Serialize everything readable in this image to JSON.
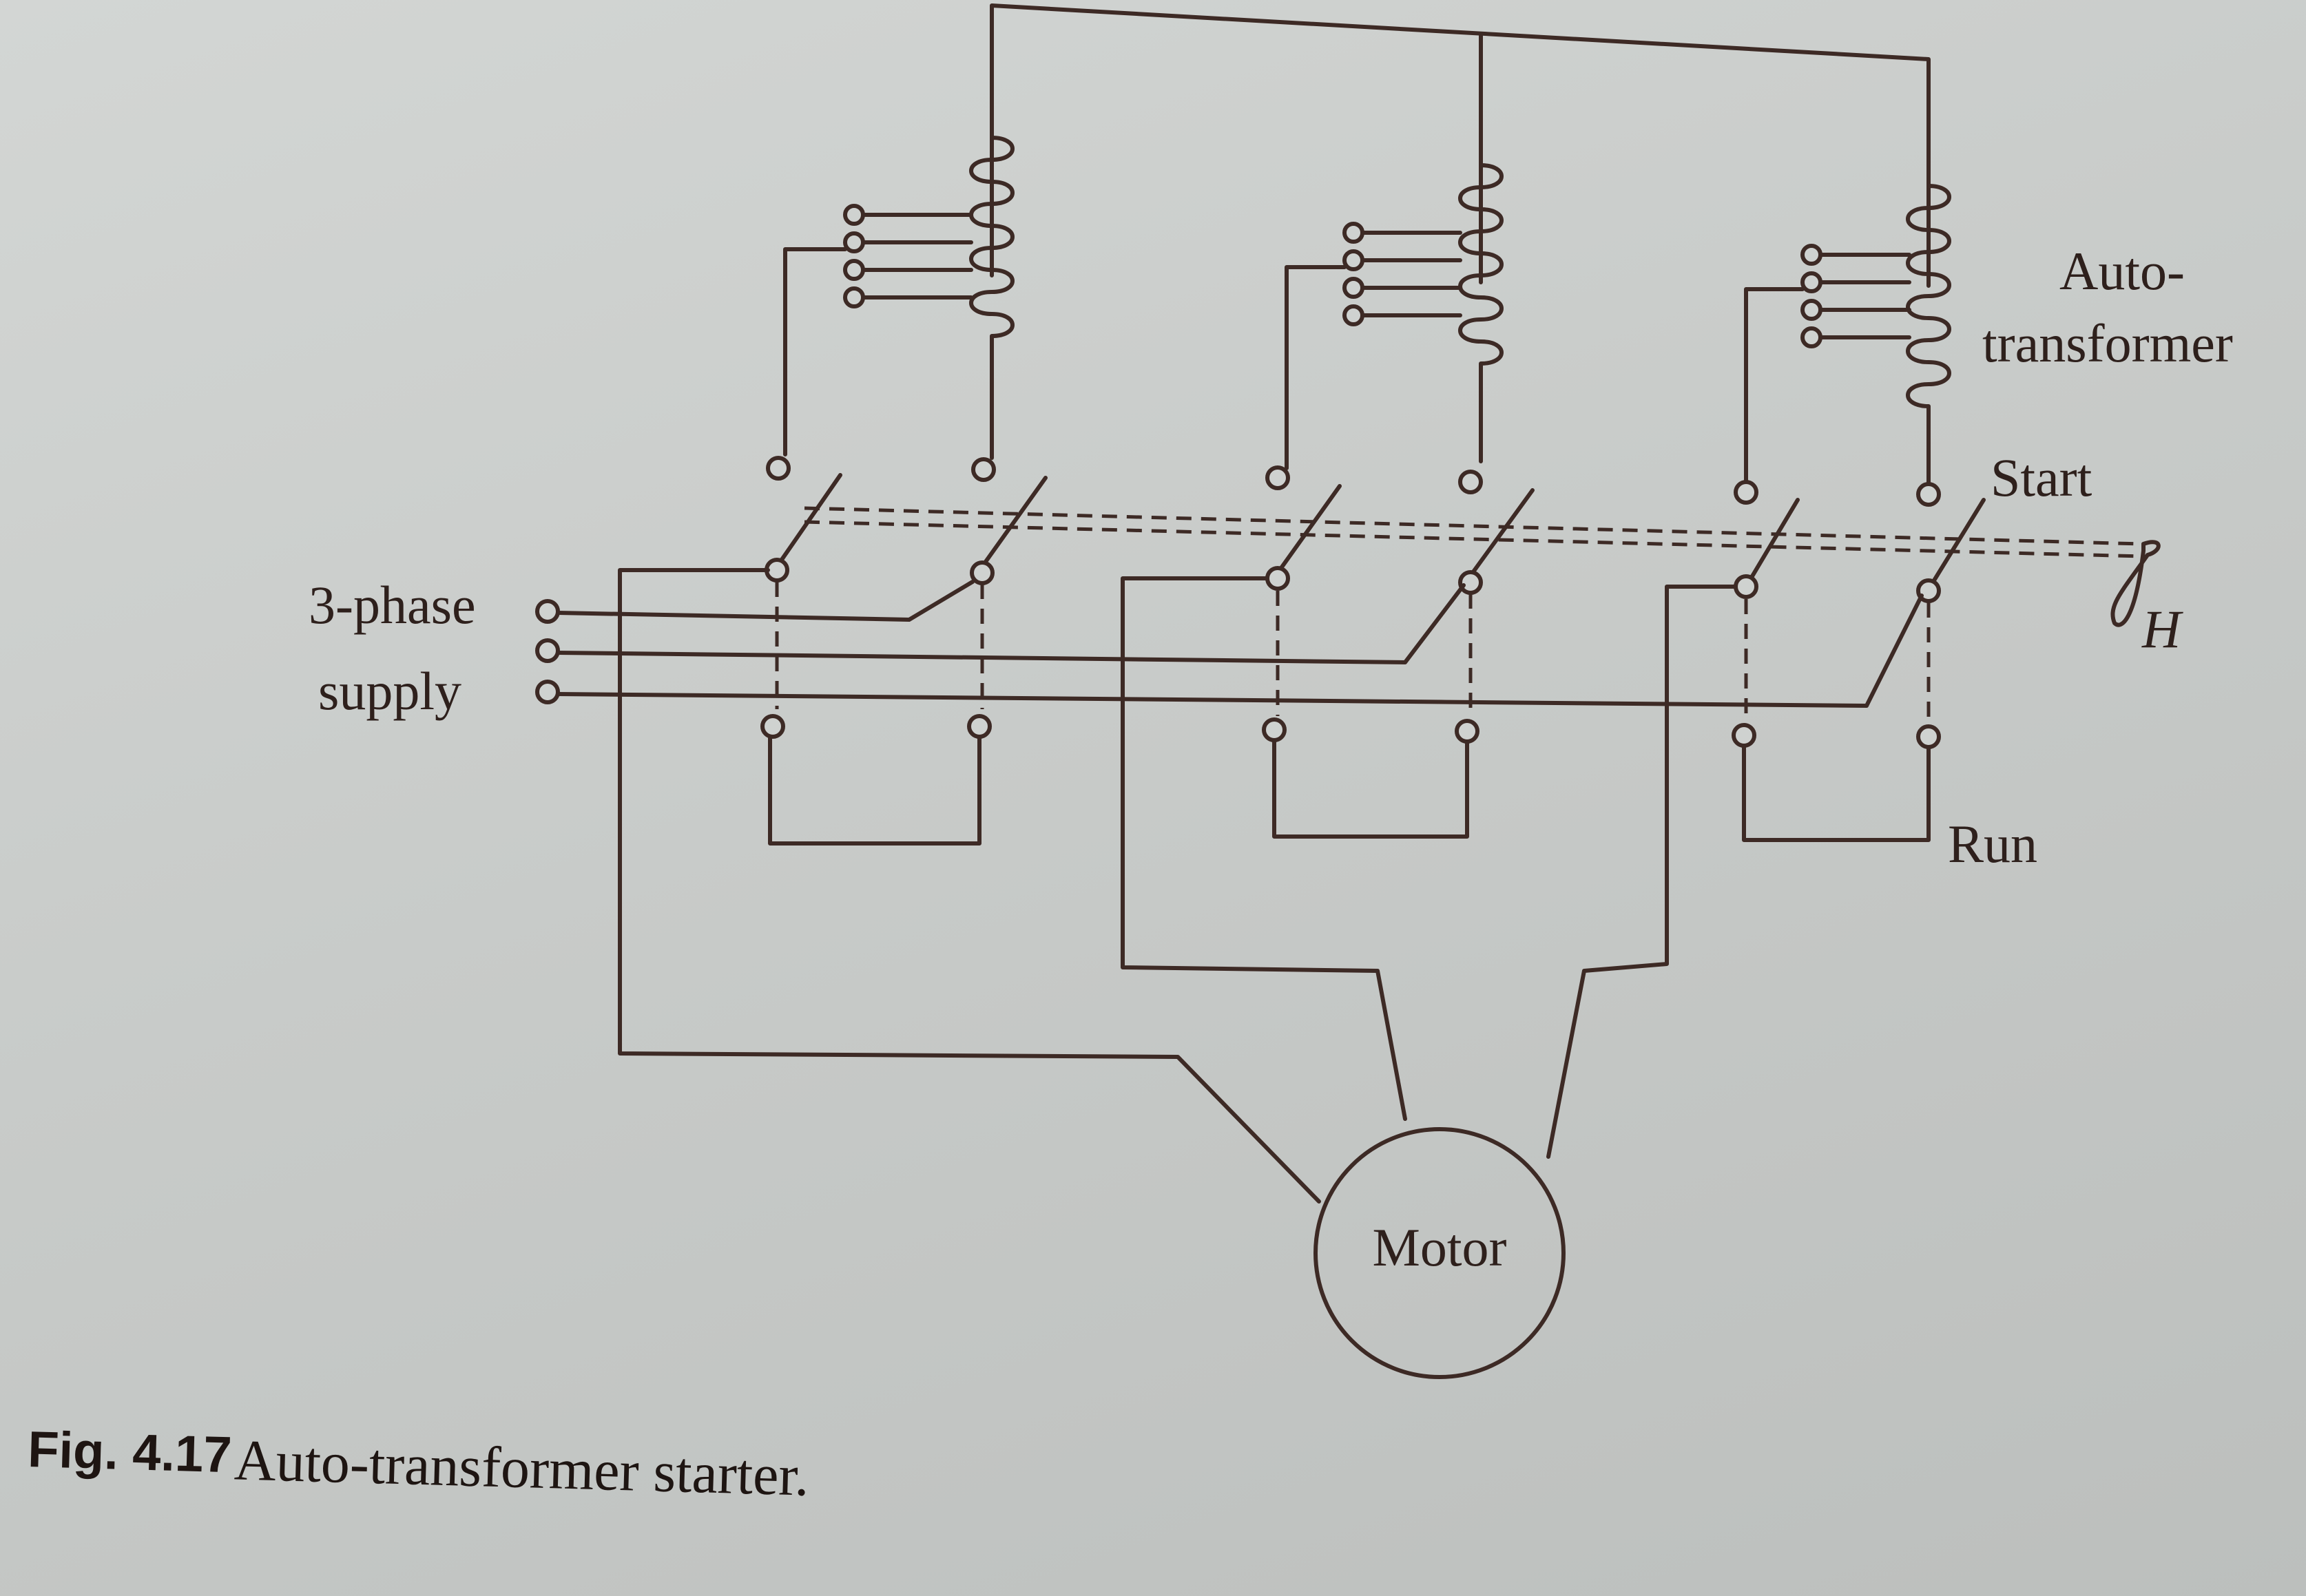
{
  "labels": {
    "autotransformer_line1": "Auto-",
    "autotransformer_line2": "transformer",
    "start": "Start",
    "run": "Run",
    "handle": "H",
    "supply_line1": "3-phase",
    "supply_line2": "supply",
    "motor": "Motor"
  },
  "caption": {
    "number": "Fig. 4.17",
    "text": "Auto-transformer starter."
  },
  "colors": {
    "ink": "#3d2a25",
    "paper": "#cfd2d0"
  }
}
